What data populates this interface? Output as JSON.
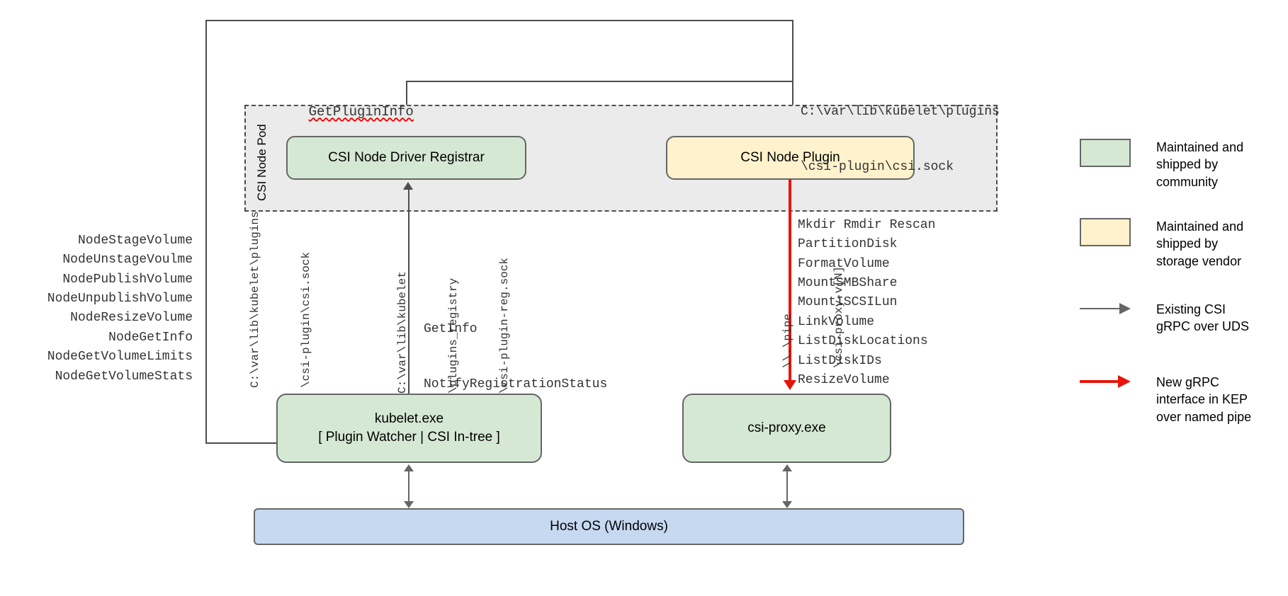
{
  "diagram": {
    "pod_label": "CSI Node Pod",
    "nodes": {
      "registrar": "CSI Node Driver Registrar",
      "node_plugin": "CSI Node Plugin",
      "kubelet_line1": "kubelet.exe",
      "kubelet_line2": "[ Plugin Watcher | CSI In-tree ]",
      "csi_proxy": "csi-proxy.exe",
      "host_os": "Host OS (Windows)"
    },
    "labels": {
      "get_plugin_info": "GetPluginInfo",
      "plugin_sock_path_line1": "C:\\var\\lib\\kubelet\\plugins",
      "plugin_sock_path_line2": "\\csi-plugin\\csi.sock",
      "registration_calls_line1": "GetInfo",
      "registration_calls_line2": "NotifyRegistrationStatus"
    },
    "node_service_calls": [
      "NodeStageVolume",
      "NodeUnstageVoulme",
      "NodePublishVolume",
      "NodeUnpublishVolume",
      "NodeResizeVolume",
      "NodeGetInfo",
      "NodeGetVolumeLimits",
      "NodeGetVolumeStats"
    ],
    "csi_proxy_calls": [
      "Mkdir Rmdir Rescan",
      "PartitionDisk",
      "FormatVolume",
      "MountSMBShare",
      "MountISCSILun",
      "LinkVolume",
      "ListDiskLocations",
      "ListDiskIDs",
      "ResizeVolume"
    ],
    "vertical_labels": {
      "csi_sock": [
        "C:\\var\\lib\\kubelet\\plugins",
        "\\csi-plugin\\csi.sock"
      ],
      "registry_sock": [
        "C:\\var\\lib\\kubelet",
        "\\plugins_registry",
        "\\csi-plugin-reg.sock"
      ],
      "named_pipe": [
        "\\\\.\\pipe",
        "\\csi-proxy-v[N]"
      ]
    }
  },
  "legend": {
    "items": [
      {
        "kind": "swatch",
        "color": "#d5e8d4",
        "text": "Maintained and shipped by community"
      },
      {
        "kind": "swatch",
        "color": "#fff2cc",
        "text": "Maintained and shipped by storage vendor"
      },
      {
        "kind": "arrow",
        "color": "#666666",
        "text": "Existing CSI gRPC over UDS"
      },
      {
        "kind": "arrow",
        "color": "#e8140a",
        "text": "New gRPC interface in KEP over named pipe"
      }
    ]
  },
  "colors": {
    "community_green": "#d5e8d4",
    "vendor_yellow": "#fff2cc",
    "host_blue": "#c6d9f1",
    "pod_grey": "#ebebeb",
    "existing_arrow": "#666666",
    "new_arrow": "#e8140a"
  }
}
